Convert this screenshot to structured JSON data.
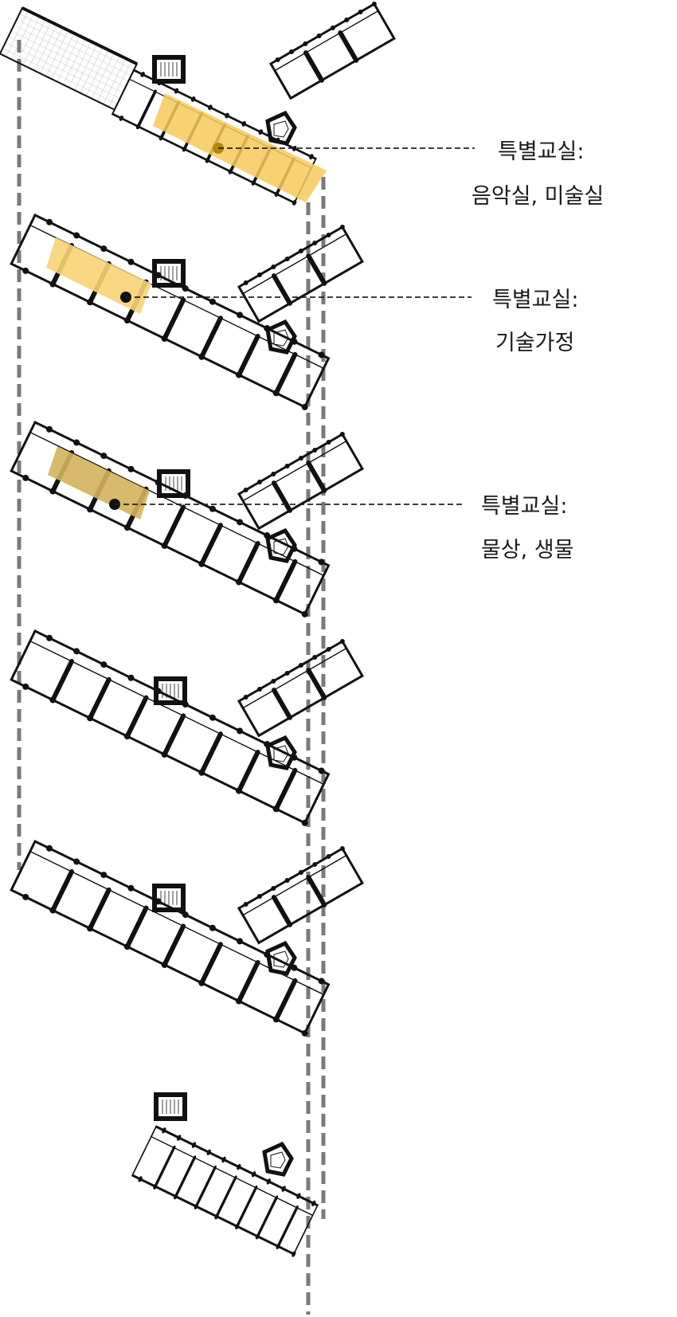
{
  "labels": [
    {
      "id": "music-art",
      "title": "특별교실:",
      "detail": "음악실, 미술실"
    },
    {
      "id": "tech-home",
      "title": "특별교실:",
      "detail": "기술가정"
    },
    {
      "id": "physics-bio",
      "title": "특별교실:",
      "detail": "물상, 생물"
    }
  ],
  "colors": {
    "highlight_music": "#f7c95a",
    "highlight_tech": "#f9d476",
    "highlight_science": "#d4b35c",
    "guide": "#7a7a7a",
    "wall": "#111111"
  }
}
